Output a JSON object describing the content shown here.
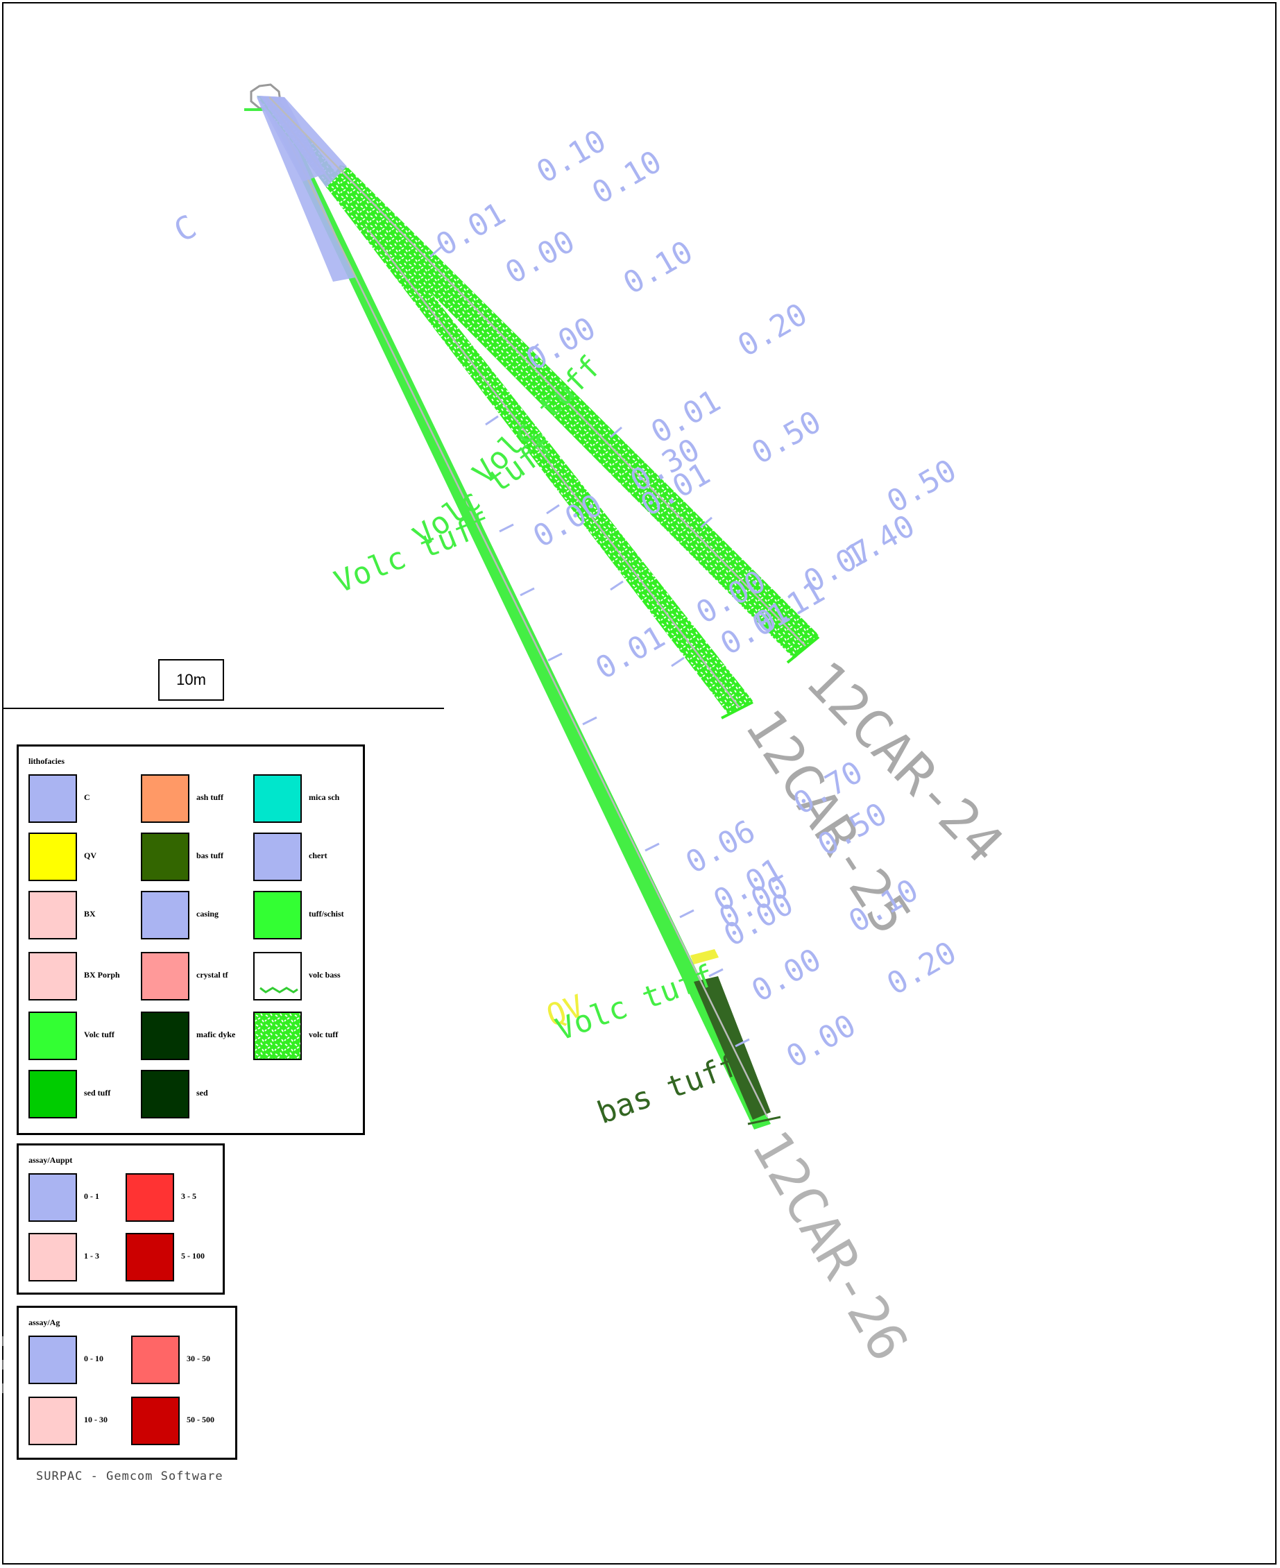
{
  "scale_label": "10m",
  "holes": [
    {
      "id": "12CAR-24",
      "color": "#a9a9a9"
    },
    {
      "id": "12CAR-25",
      "color": "#a9a9a9"
    },
    {
      "id": "12CAR-26",
      "color": "#b3b3b3"
    }
  ],
  "interval_labels": [
    {
      "text": "C",
      "color": "#aab4f2"
    },
    {
      "text": "Volc tuff",
      "color": "#44ee44"
    },
    {
      "text": "Volc tuff",
      "color": "#44ee44"
    },
    {
      "text": "Volc tuff",
      "color": "#44ee44"
    },
    {
      "text": "QV",
      "color": "#f0f040"
    },
    {
      "text": "Volc tuff",
      "color": "#44ee44"
    },
    {
      "text": "bas tuff",
      "color": "#336622"
    }
  ],
  "assay_values": [
    "0.10",
    "0.10",
    "0.01",
    "0.00",
    "0.10",
    "0.00",
    "0.20",
    "0.01",
    "0.50",
    "0.30",
    "0.01",
    "0.50",
    "0.00",
    "1.40",
    "0.07",
    "0.11",
    "0.01",
    "0.00",
    "0.01",
    "0.06",
    "0.70",
    "0.50",
    "0.01",
    "0.00",
    "0.00",
    "0.10",
    "0.00",
    "0.20",
    "0.00"
  ],
  "legends": [
    {
      "title": "lithofacies",
      "items": [
        {
          "label": "C",
          "color": "#aab4f2"
        },
        {
          "label": "ash tuff",
          "color": "#ff9966"
        },
        {
          "label": "mica sch",
          "color": "#00e6cc"
        },
        {
          "label": "QV",
          "color": "#ffff00"
        },
        {
          "label": "bas tuff",
          "color": "#336600"
        },
        {
          "label": "chert",
          "color": "#aab4f2"
        },
        {
          "label": "BX",
          "color": "#ffcccc"
        },
        {
          "label": "casing",
          "color": "#aab4f2"
        },
        {
          "label": "tuff/schist",
          "color": "#33ff33"
        },
        {
          "label": "BX Porph",
          "color": "#ffcccc"
        },
        {
          "label": "crystal tf",
          "color": "#ff9999"
        },
        {
          "label": "volc bass",
          "color": "#ffffff",
          "pattern": "squiggle"
        },
        {
          "label": "Volc tuff",
          "color": "#33ff33"
        },
        {
          "label": "mafic dyke",
          "color": "#003300"
        },
        {
          "label": "volc tuff",
          "color": "#33ff33",
          "pattern": "speckle"
        },
        {
          "label": "sed tuff",
          "color": "#00cc00"
        },
        {
          "label": "sed",
          "color": "#003300"
        }
      ]
    },
    {
      "title": "assay/Auppt",
      "items": [
        {
          "label": "0 - 1",
          "color": "#aab4f2"
        },
        {
          "label": "3 - 5",
          "color": "#ff3333"
        },
        {
          "label": "1 - 3",
          "color": "#ffcccc"
        },
        {
          "label": "5 - 100",
          "color": "#cc0000"
        }
      ]
    },
    {
      "title": "assay/Ag",
      "items": [
        {
          "label": "0 - 10",
          "color": "#aab4f2"
        },
        {
          "label": "30 - 50",
          "color": "#ff6666"
        },
        {
          "label": "10 - 30",
          "color": "#ffcccc"
        },
        {
          "label": "50 - 500",
          "color": "#cc0000"
        }
      ]
    }
  ],
  "credit": "SURPAC - Gemcom Software"
}
